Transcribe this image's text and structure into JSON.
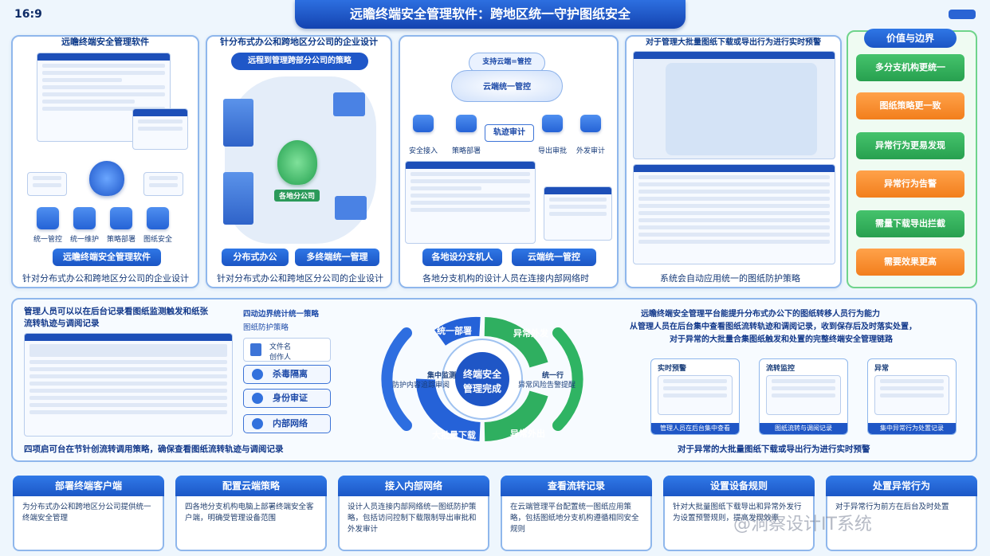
{
  "header": {
    "ratio": "16:9",
    "title": "远瞻终端安全管理软件：跨地区统一守护图纸安全",
    "logo": "icon"
  },
  "panel1": {
    "title": "远瞻终端安全管理软件",
    "icons": [
      "统一管控",
      "统一维护",
      "策略部署",
      "图纸安全"
    ],
    "button": "远瞻终端安全管理软件",
    "caption": "针对分布式办公和跨地区分公司的企业设计"
  },
  "panel2": {
    "title": "针分布式办公和跨地区分公司的企业设计",
    "subtitle": "远程到管理跨部分公司的策略",
    "map_label": "各地分公司",
    "btn1": "分布式办公",
    "btn2": "多终端统一管理",
    "caption": "针对分布式办公和跨地区分公司的企业设计"
  },
  "panel3": {
    "cloud_top": "支持云端=管控",
    "cloud_main": "云端统一管控",
    "center": "轨迹审计",
    "items": [
      "安全接入",
      "策略部署",
      "导出审批",
      "外发审计"
    ],
    "btn1": "各地设分支机人",
    "btn2": "云端统一管控",
    "caption": "各地分支机构的设计人员在连接内部网络时"
  },
  "panel4": {
    "title": "对于管理大批量图纸下载或导出行为进行实时预警",
    "caption": "系统会自动应用统一的图纸防护策略"
  },
  "values": {
    "title": "价值与边界",
    "items": [
      {
        "label": "多分支机构更统一",
        "color": "green"
      },
      {
        "label": "图纸策略更一致",
        "color": "orange"
      },
      {
        "label": "异常行为更易发现",
        "color": "green"
      },
      {
        "label": "异常行为告警",
        "color": "orange"
      },
      {
        "label": "需量下载导出拦截",
        "color": "green"
      },
      {
        "label": "需要效果更高",
        "color": "orange"
      }
    ]
  },
  "middle": {
    "left_title": "管理人员可以以在后台记录看图纸监测触发和纸张流转轨迹与调阅记录",
    "features_title": "四动边界统计统一策略",
    "features_sub": "图纸防护策略",
    "file_name": "文件名",
    "file_owner": "创作人",
    "features": [
      "杀毒隔离",
      "身份审证",
      "内部网络"
    ],
    "left_caption": "四项启可台在节针创流转调用策略，确保查看图纸流转轨迹与调阅记录",
    "ring_center": [
      "终端安全",
      "管理完成"
    ],
    "ring_labels": [
      "统一部署",
      "异常外发",
      "异常外出",
      "大批量下载"
    ],
    "ring_inner_left": [
      "集中监测",
      "防护内容追踪审阅"
    ],
    "ring_inner_right": [
      "统一行",
      "异常风险告警提醒"
    ],
    "right_title_1": "远瞻终端安全管理平台能提升分布式办公下的图纸转移人员行为能力",
    "right_title_2": "从管理人员在后台集中查看图纸流转轨迹和调阅记录，收到保存后及时落实处置，",
    "right_title_3": "对于异常的大批量合集图纸触发和处置的完整终端安全管理链路",
    "cards": [
      {
        "head": "实时预警",
        "foot": "管理人员在后台集中查看"
      },
      {
        "head": "流转监控",
        "foot": "图纸流转与调阅记录"
      },
      {
        "head": "异常",
        "foot": "集中异常行为处置记录"
      }
    ],
    "right_caption": "对于异常的大批量图纸下载或导出行为进行实时预警"
  },
  "steps": [
    {
      "title": "部署终端客户端",
      "body": "为分布式办公和跨地区分公司提供统一终端安全管理"
    },
    {
      "title": "配置云端策略",
      "body": "四各地分支机构电脑上部署终端安全客户端，明确受管理设备范围"
    },
    {
      "title": "接入内部网络",
      "body": "设计人员连接内部网络统一图纸防护策略，包括访问控制下载限制导出审批和外发审计"
    },
    {
      "title": "查看流转记录",
      "body": "在云端管理平台配置统一图纸应用策略，包括图纸地分支机构遵循相同安全规则"
    },
    {
      "title": "设置设备规则",
      "body": "针对大批量图纸下载导出和异常外发行为设置预警规则，提高发现效率"
    },
    {
      "title": "处置异常行为",
      "body": "对于异常行为前方在后台及时处置"
    }
  ],
  "watermark": "@洞察设计IT系统"
}
